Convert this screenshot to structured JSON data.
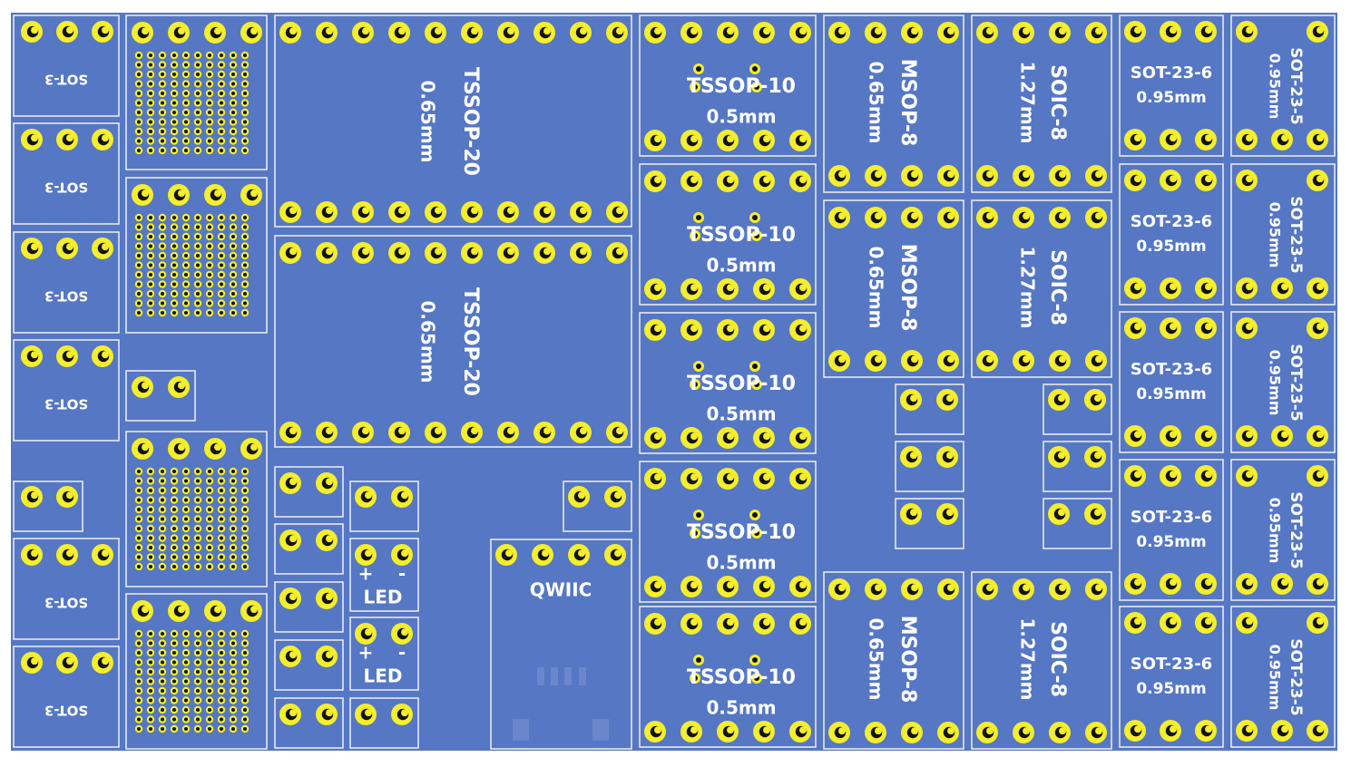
{
  "colors": {
    "board": "#5577c4",
    "outline": "#f0f0f0",
    "pad": "#f4ee2c",
    "hole": "#111111",
    "silk": "#ffffff"
  },
  "labels": {
    "sot3": "SOT-3",
    "tssop20": "TSSOP-20",
    "pitch_065": "0.65mm",
    "tssop10": "TSSOP-10",
    "pitch_05": "0.5mm",
    "msop8": "MSOP-8",
    "soic8": "SOIC-8",
    "pitch_127": "1.27mm",
    "sot236": "SOT-23-6",
    "sot235": "SOT-23-5",
    "pitch_095": "0.95mm",
    "qwiic": "QWIIC",
    "led": "LED",
    "plus": "+",
    "minus": "-"
  }
}
